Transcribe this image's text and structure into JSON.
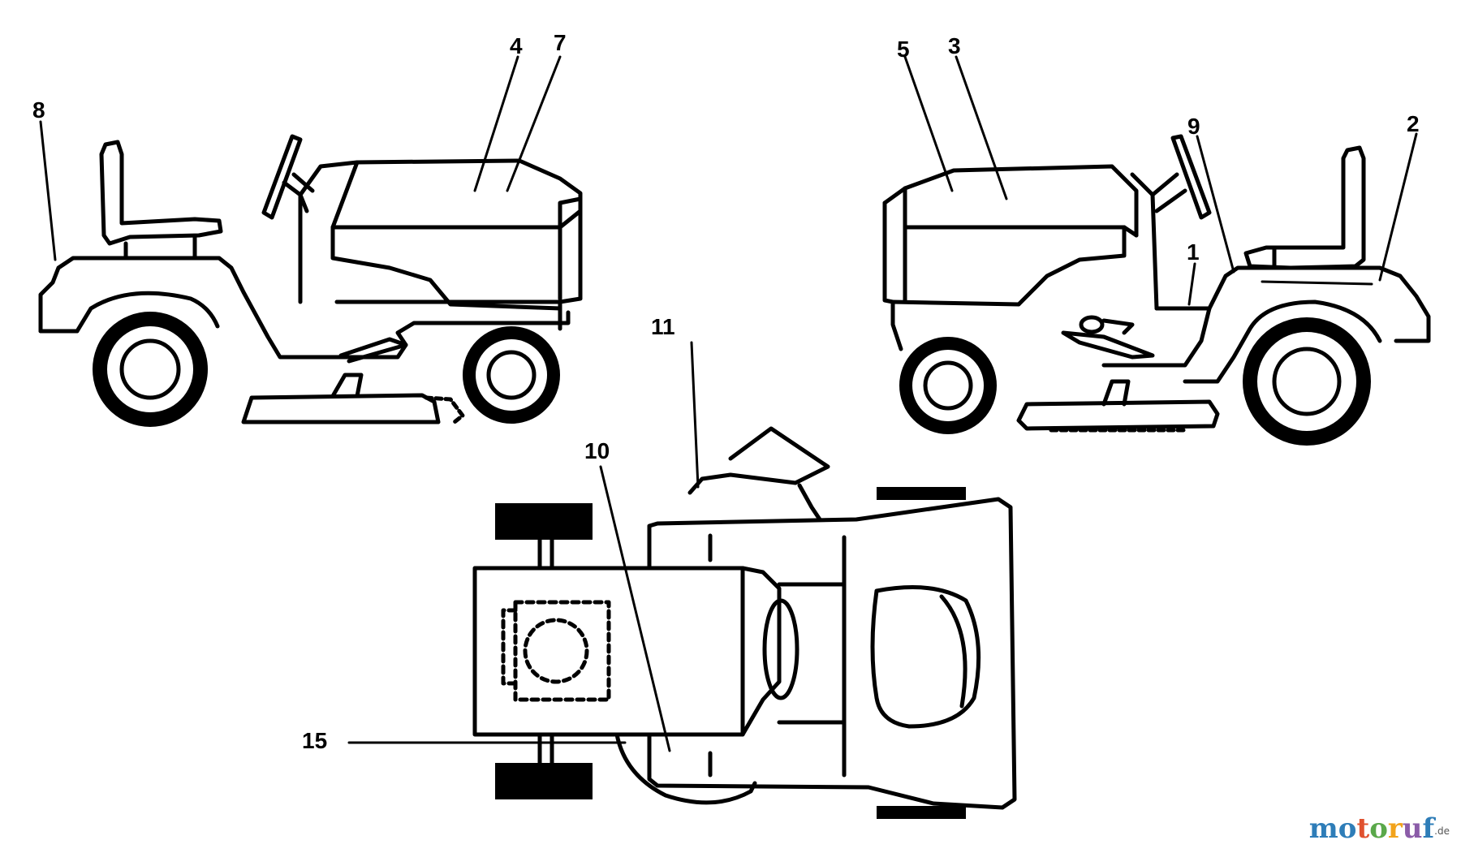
{
  "callouts": {
    "c1": "1",
    "c2": "2",
    "c3": "3",
    "c4": "4",
    "c5": "5",
    "c7": "7",
    "c8": "8",
    "c9": "9",
    "c10": "10",
    "c11": "11",
    "c15": "15"
  },
  "watermark": {
    "letters": [
      "m",
      "o",
      "t",
      "o",
      "r",
      "u",
      "f"
    ],
    "colors": [
      "#2e7db8",
      "#2e7db8",
      "#e0512e",
      "#5aa84a",
      "#f2a31b",
      "#8b5ca8",
      "#2e7db8"
    ],
    "suffix": ".de"
  },
  "colors": {
    "line": "#000000",
    "background": "#ffffff"
  }
}
